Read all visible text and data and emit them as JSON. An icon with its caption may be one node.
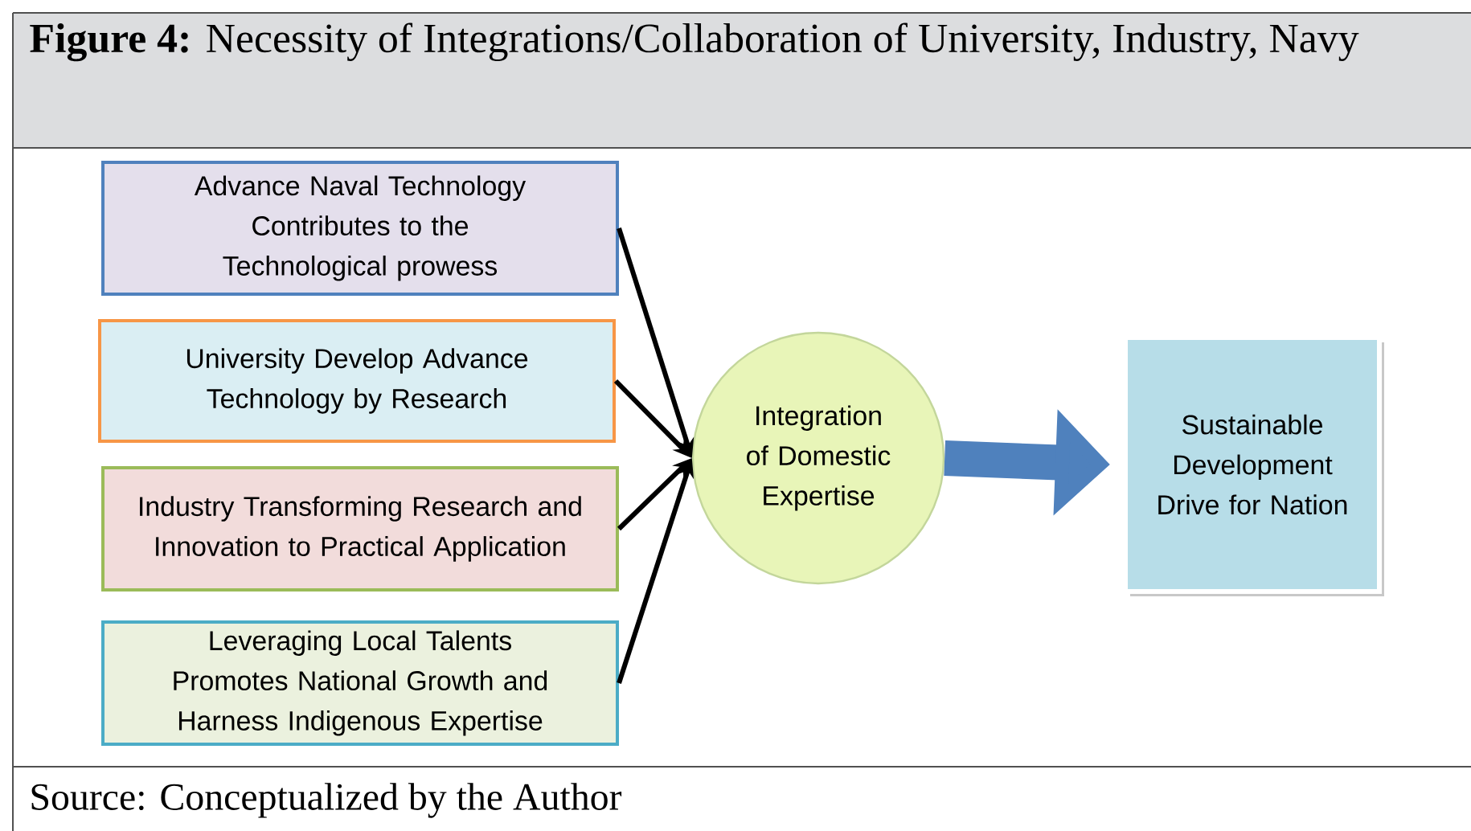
{
  "diagram": {
    "title": "**Figure 4:** Necessity of Integrations/Collaboration of University, Industry, Navy",
    "caption": "Source: Conceptualized by the Author",
    "nodes": [
      {
        "text": [
          "Advance Naval Technology Contributes to the Technological prowess"
        ]
      },
      {
        "text": [
          "University Develop Advance Technology by Research"
        ]
      },
      {
        "text": [
          "Industry Transforming Research and Innovation to Practical Application"
        ]
      },
      {
        "text": [
          "Leveraging Local Talents Promotes National Growth and Harness Indigenous Expertise"
        ]
      },
      {
        "text": [
          "Integration of Domestic Expertise"
        ]
      },
      {
        "text": [
          "Sustainable Development Drive for Nation"
        ]
      }
    ],
    "edges": [
      {
        "from": 0,
        "to": 4,
        "arrow": "to"
      },
      {
        "from": 1,
        "to": 4,
        "arrow": "to"
      },
      {
        "from": 2,
        "to": 4,
        "arrow": "to"
      },
      {
        "from": 3,
        "to": 4,
        "arrow": "to"
      },
      {
        "from": 4,
        "to": 5,
        "arrow": "to",
        "style": "thick",
        "color": "#4f81bd"
      }
    ]
  }
}
